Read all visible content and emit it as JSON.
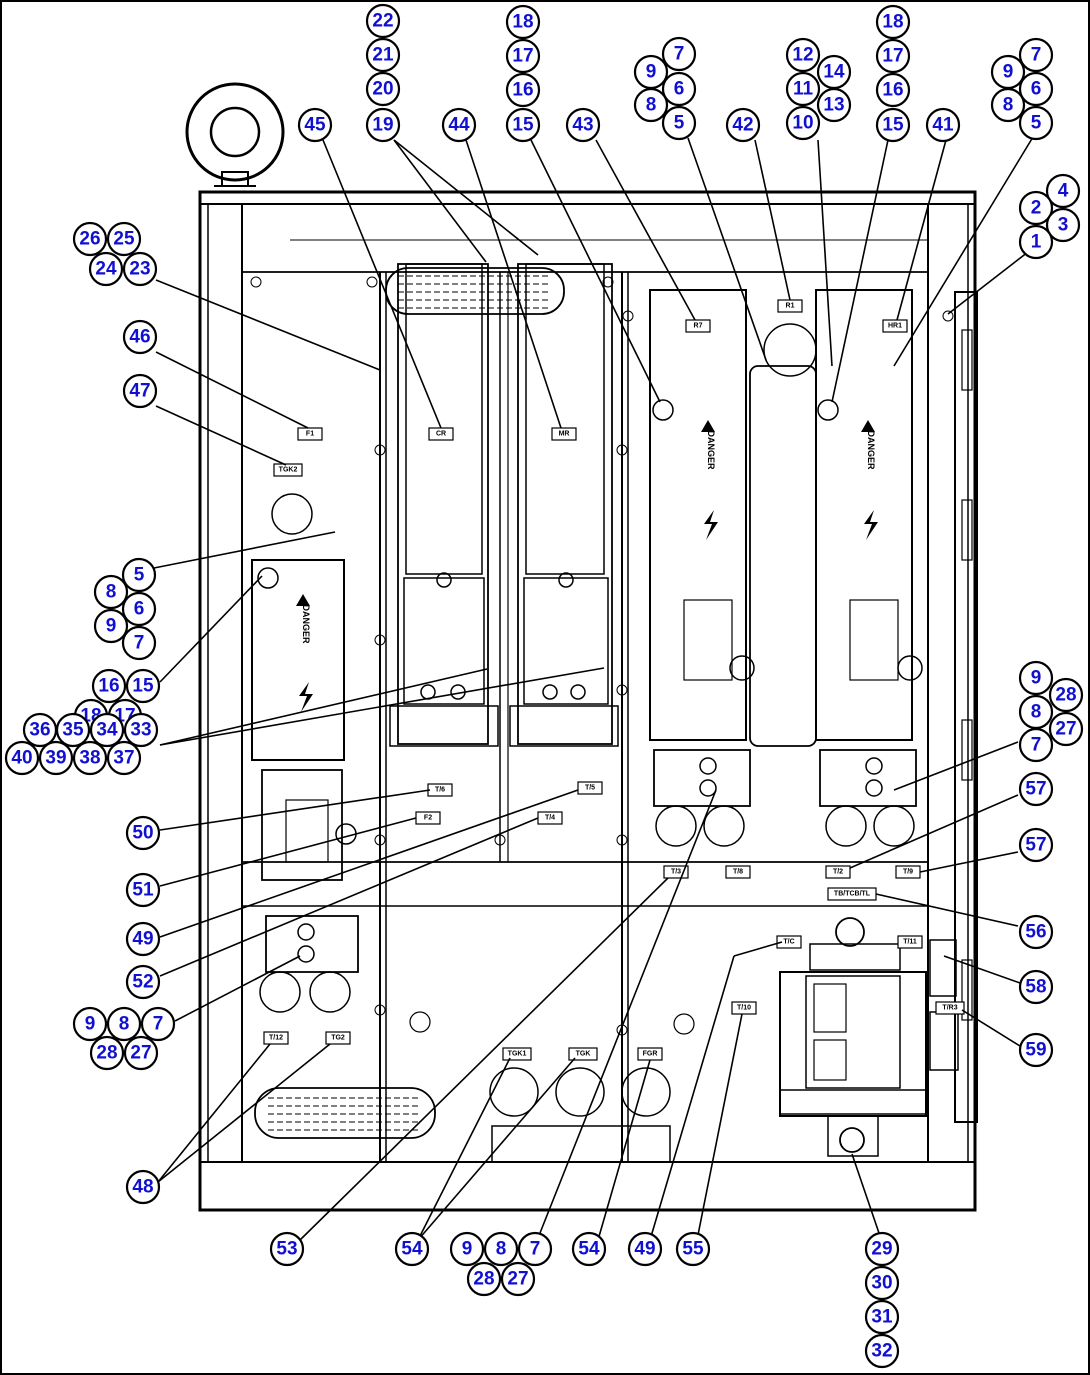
{
  "balloons": [
    {
      "id": "b-22",
      "label": "22"
    },
    {
      "id": "b-21",
      "label": "21"
    },
    {
      "id": "b-20",
      "label": "20"
    },
    {
      "id": "b-19",
      "label": "19"
    },
    {
      "id": "b-18a",
      "label": "18"
    },
    {
      "id": "b-17a",
      "label": "17"
    },
    {
      "id": "b-16a",
      "label": "16"
    },
    {
      "id": "b-15a",
      "label": "15"
    },
    {
      "id": "b-7a",
      "label": "7"
    },
    {
      "id": "b-9a",
      "label": "9"
    },
    {
      "id": "b-6a",
      "label": "6"
    },
    {
      "id": "b-8a",
      "label": "8"
    },
    {
      "id": "b-5a",
      "label": "5"
    },
    {
      "id": "b-12",
      "label": "12"
    },
    {
      "id": "b-14",
      "label": "14"
    },
    {
      "id": "b-11",
      "label": "11"
    },
    {
      "id": "b-13",
      "label": "13"
    },
    {
      "id": "b-10",
      "label": "10"
    },
    {
      "id": "b-18b",
      "label": "18"
    },
    {
      "id": "b-17b",
      "label": "17"
    },
    {
      "id": "b-16b",
      "label": "16"
    },
    {
      "id": "b-15b",
      "label": "15"
    },
    {
      "id": "b-7b",
      "label": "7"
    },
    {
      "id": "b-9b",
      "label": "9"
    },
    {
      "id": "b-6b",
      "label": "6"
    },
    {
      "id": "b-8b",
      "label": "8"
    },
    {
      "id": "b-5b",
      "label": "5"
    },
    {
      "id": "b-45",
      "label": "45"
    },
    {
      "id": "b-44",
      "label": "44"
    },
    {
      "id": "b-43",
      "label": "43"
    },
    {
      "id": "b-42",
      "label": "42"
    },
    {
      "id": "b-41",
      "label": "41"
    },
    {
      "id": "b-4",
      "label": "4"
    },
    {
      "id": "b-2",
      "label": "2"
    },
    {
      "id": "b-3",
      "label": "3"
    },
    {
      "id": "b-1",
      "label": "1"
    },
    {
      "id": "b-26",
      "label": "26"
    },
    {
      "id": "b-25",
      "label": "25"
    },
    {
      "id": "b-24",
      "label": "24"
    },
    {
      "id": "b-23",
      "label": "23"
    },
    {
      "id": "b-46",
      "label": "46"
    },
    {
      "id": "b-47",
      "label": "47"
    },
    {
      "id": "b-5c",
      "label": "5"
    },
    {
      "id": "b-8c",
      "label": "8"
    },
    {
      "id": "b-6c",
      "label": "6"
    },
    {
      "id": "b-9c",
      "label": "9"
    },
    {
      "id": "b-7c",
      "label": "7"
    },
    {
      "id": "b-16c",
      "label": "16"
    },
    {
      "id": "b-15c",
      "label": "15"
    },
    {
      "id": "b-18c",
      "label": "18"
    },
    {
      "id": "b-17c",
      "label": "17"
    },
    {
      "id": "b-36",
      "label": "36"
    },
    {
      "id": "b-35",
      "label": "35"
    },
    {
      "id": "b-34",
      "label": "34"
    },
    {
      "id": "b-33",
      "label": "33"
    },
    {
      "id": "b-40",
      "label": "40"
    },
    {
      "id": "b-39",
      "label": "39"
    },
    {
      "id": "b-38",
      "label": "38"
    },
    {
      "id": "b-37",
      "label": "37"
    },
    {
      "id": "b-9d",
      "label": "9"
    },
    {
      "id": "b-28a",
      "label": "28"
    },
    {
      "id": "b-8d",
      "label": "8"
    },
    {
      "id": "b-27a",
      "label": "27"
    },
    {
      "id": "b-7d",
      "label": "7"
    },
    {
      "id": "b-57a",
      "label": "57"
    },
    {
      "id": "b-57b",
      "label": "57"
    },
    {
      "id": "b-56",
      "label": "56"
    },
    {
      "id": "b-58",
      "label": "58"
    },
    {
      "id": "b-59",
      "label": "59"
    },
    {
      "id": "b-50",
      "label": "50"
    },
    {
      "id": "b-51",
      "label": "51"
    },
    {
      "id": "b-49a",
      "label": "49"
    },
    {
      "id": "b-52",
      "label": "52"
    },
    {
      "id": "b-9e",
      "label": "9"
    },
    {
      "id": "b-8e",
      "label": "8"
    },
    {
      "id": "b-7e",
      "label": "7"
    },
    {
      "id": "b-28b",
      "label": "28"
    },
    {
      "id": "b-27b",
      "label": "27"
    },
    {
      "id": "b-48",
      "label": "48"
    },
    {
      "id": "b-53",
      "label": "53"
    },
    {
      "id": "b-54a",
      "label": "54"
    },
    {
      "id": "b-9f",
      "label": "9"
    },
    {
      "id": "b-8f",
      "label": "8"
    },
    {
      "id": "b-7f",
      "label": "7"
    },
    {
      "id": "b-28c",
      "label": "28"
    },
    {
      "id": "b-27c",
      "label": "27"
    },
    {
      "id": "b-54b",
      "label": "54"
    },
    {
      "id": "b-49b",
      "label": "49"
    },
    {
      "id": "b-55",
      "label": "55"
    },
    {
      "id": "b-29",
      "label": "29"
    },
    {
      "id": "b-30",
      "label": "30"
    },
    {
      "id": "b-31",
      "label": "31"
    },
    {
      "id": "b-32",
      "label": "32"
    }
  ],
  "tags": [
    {
      "id": "t-r1",
      "label": "R1"
    },
    {
      "id": "t-r7",
      "label": "R7"
    },
    {
      "id": "t-hr1",
      "label": "HR1"
    },
    {
      "id": "t-cr",
      "label": "CR"
    },
    {
      "id": "t-mr",
      "label": "MR"
    },
    {
      "id": "t-f1",
      "label": "F1"
    },
    {
      "id": "t-tgk2",
      "label": "TGK2"
    },
    {
      "id": "t-t6",
      "label": "T/6"
    },
    {
      "id": "t-t5",
      "label": "T/5"
    },
    {
      "id": "t-t4",
      "label": "T/4"
    },
    {
      "id": "t-f2",
      "label": "F2"
    },
    {
      "id": "t-t3",
      "label": "T/3"
    },
    {
      "id": "t-t8",
      "label": "T/8"
    },
    {
      "id": "t-t2",
      "label": "T/2"
    },
    {
      "id": "t-t9",
      "label": "T/9"
    },
    {
      "id": "t-tb",
      "label": "TB/TCB/TL"
    },
    {
      "id": "t-tc",
      "label": "T/C"
    },
    {
      "id": "t-t11",
      "label": "T/11"
    },
    {
      "id": "t-tr3",
      "label": "T/R3"
    },
    {
      "id": "t-t10",
      "label": "T/10"
    },
    {
      "id": "t-tg2",
      "label": "TG2"
    },
    {
      "id": "t-t12",
      "label": "T/12"
    },
    {
      "id": "t-tgk1",
      "label": "TGK1"
    },
    {
      "id": "t-tgk",
      "label": "TGK"
    },
    {
      "id": "t-fgr",
      "label": "FGR"
    }
  ],
  "danger_word": "DANGER",
  "colors": {
    "balloon_text": "#1010d0",
    "line": "#000000",
    "background": "#ffffff"
  }
}
